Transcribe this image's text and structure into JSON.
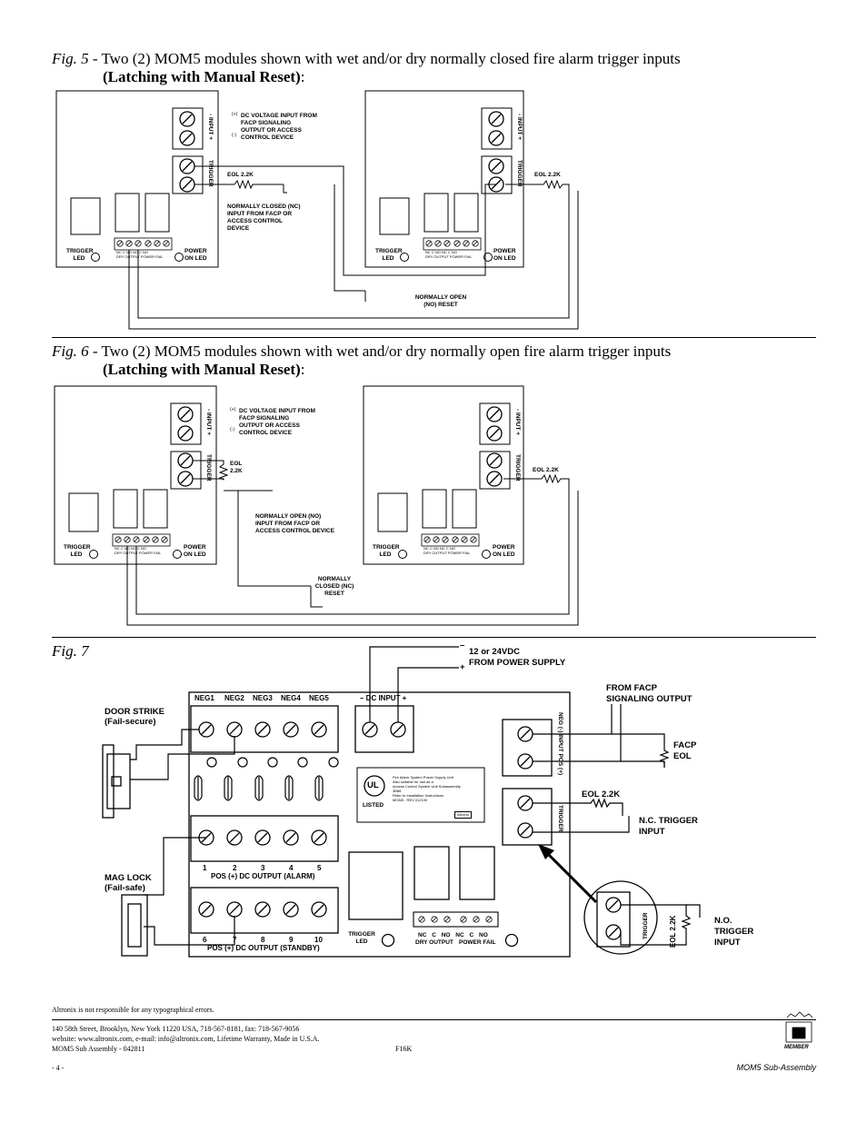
{
  "fig5": {
    "label": "Fig. 5",
    "text": " - Two (2) MOM5 modules shown with wet and/or dry normally closed fire alarm trigger inputs",
    "subtitle": "(Latching with Manual Reset)",
    "colon": ":",
    "dc_input_note": [
      "DC VOLTAGE INPUT FROM",
      "FACP SIGNALING",
      "OUTPUT OR ACCESS",
      "CONTROL DEVICE"
    ],
    "eol_left": "EOL 2.2K",
    "eol_right": "EOL 2.2K",
    "nc_note": [
      "NORMALLY CLOSED (NC)",
      "INPUT FROM FACP OR",
      "ACCESS CONTROL",
      "DEVICE"
    ],
    "reset_note": [
      "NORMALLY OPEN",
      "(NO) RESET"
    ]
  },
  "fig6": {
    "label": "Fig. 6",
    "text": " - Two (2) MOM5 modules shown with wet and/or dry normally open fire alarm trigger inputs",
    "subtitle": "(Latching with Manual Reset)",
    "colon": ":",
    "dc_input_note": [
      "DC VOLTAGE INPUT FROM",
      "FACP SIGNALING",
      "OUTPUT OR ACCESS",
      "CONTROL DEVICE"
    ],
    "eol_left": [
      "EOL",
      "2.2K"
    ],
    "eol_right": "EOL 2.2K",
    "no_note": [
      "NORMALLY OPEN (NO)",
      "INPUT FROM FACP OR",
      "ACCESS CONTROL DEVICE"
    ],
    "reset_note": [
      "NORMALLY",
      "CLOSED (NC)",
      "RESET"
    ]
  },
  "module": {
    "input_label": "- INPUT +",
    "trigger_label": "TRIGGER",
    "trigger_led": [
      "TRIGGER",
      "LED"
    ],
    "power_led": [
      "POWER",
      "ON LED"
    ],
    "terminals": "NC  C  NO    NC  C  NO",
    "terminal_groups": "DRY OUTPUT  POWER FAIL",
    "plus": "(+)",
    "minus": "(-)"
  },
  "fig7": {
    "label": "Fig. 7",
    "power_supply": [
      "12 or 24VDC",
      "FROM POWER SUPPLY"
    ],
    "minus_sign": "–",
    "plus_sign": "+",
    "door_strike": [
      "DOOR STRIKE",
      "(Fail-secure)"
    ],
    "mag_lock": [
      "MAG LOCK",
      "(Fail-safe)"
    ],
    "negs": [
      "NEG1",
      "NEG2",
      "NEG3",
      "NEG4",
      "NEG5"
    ],
    "dc_input": "– DC INPUT +",
    "alarm_nums": [
      "1",
      "2",
      "3",
      "4",
      "5"
    ],
    "alarm_label": "POS (+) DC OUTPUT (ALARM)",
    "standby_nums": [
      "6",
      "7",
      "8",
      "9",
      "10"
    ],
    "standby_label": "POS (+) DC OUTPUT (STANDBY)",
    "from_facp": [
      "FROM FACP",
      "SIGNALING OUTPUT"
    ],
    "facp_eol": [
      "FACP",
      "EOL"
    ],
    "eol": "EOL 2.2K",
    "nc_trigger": [
      "N.C. TRIGGER",
      "INPUT"
    ],
    "no_trigger": [
      "N.O.",
      "TRIGGER",
      "INPUT"
    ],
    "eol_vertical": "EOL 2.2K",
    "input_side": "NEG (-) INPUT POS (+)",
    "trigger_side": "TRIGGER",
    "trigger_led": [
      "TRIGGER",
      "LED"
    ],
    "relay_terms": [
      "NC",
      "C",
      "NO",
      "NC",
      "C",
      "NO"
    ],
    "relay_groups": [
      "DRY OUTPUT",
      "POWER FAIL"
    ],
    "ul_text": [
      "Fire Alarm System Power Supply Unit",
      "Also suitable for use as a",
      "Access Control System Unit Subassembly.",
      "3B88",
      "Refer to Installation Instructions",
      "MOM5 - REV 012100"
    ],
    "ul_listed": "LISTED",
    "altronix": "Altronix"
  },
  "footer": {
    "disclaimer": "Altronix is not responsible for any typographical errors.",
    "address": "140 58th Street, Brooklyn, New York 11220 USA, 718-567-8181, fax: 718-567-9056",
    "website": "website: www.altronix.com, e-mail: info@altronix.com, Lifetime Warranty, Made in U.S.A.",
    "doc": "MOM5 Sub Assembly - 042811",
    "code": "F16K",
    "page": "- 4 -",
    "doc_title": "MOM5 Sub-Assembly",
    "member": "MEMBER"
  }
}
